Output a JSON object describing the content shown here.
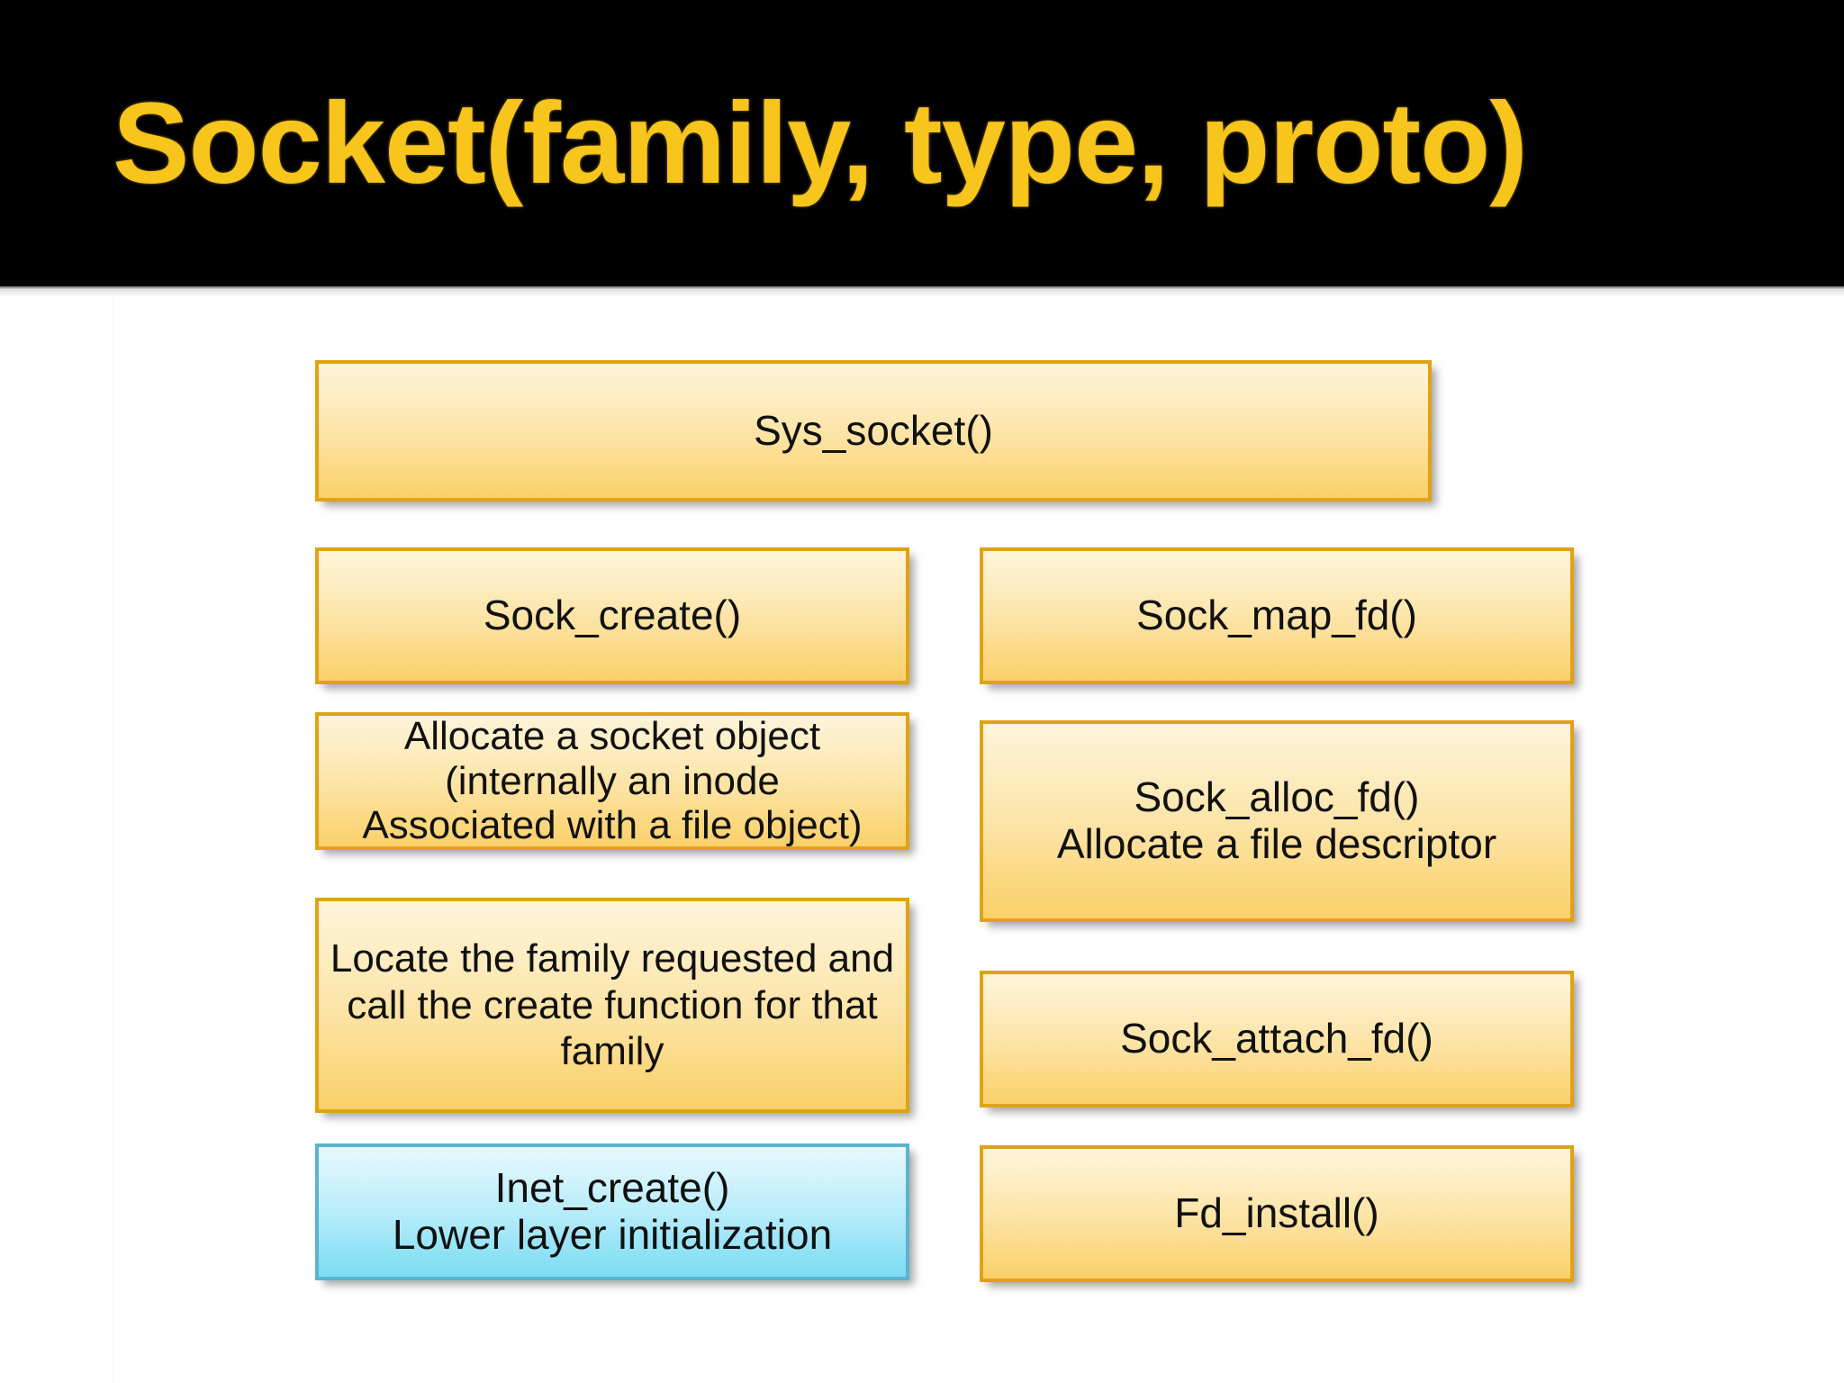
{
  "slide": {
    "title": "Socket(family, type, proto)",
    "title_color": "#F7C51B",
    "header_background": "#000000",
    "body_background": "#FFFFFF"
  },
  "theme": {
    "amber_border": "#E0A215",
    "amber_fill_top": "#FDF4DA",
    "amber_fill_bottom": "#FAD06A",
    "blue_border": "#5CB3CE",
    "blue_fill_top": "#E6F9FD",
    "blue_fill_bottom": "#7DDDF4",
    "text_color": "#111111"
  },
  "diagram": {
    "root": {
      "label": "Sys_socket()",
      "style": "amber"
    },
    "left_column": [
      {
        "lines": [
          "Sock_create()"
        ],
        "style": "amber"
      },
      {
        "lines": [
          "Allocate a socket object",
          "(internally an inode",
          "Associated with a file object)"
        ],
        "style": "amber"
      },
      {
        "lines": [
          "Locate the family requested and",
          "call the create function for that",
          "family"
        ],
        "style": "amber"
      },
      {
        "lines": [
          "Inet_create()",
          "Lower layer initialization"
        ],
        "style": "blue"
      }
    ],
    "right_column": [
      {
        "lines": [
          "Sock_map_fd()"
        ],
        "style": "amber"
      },
      {
        "lines": [
          "Sock_alloc_fd()",
          "Allocate a file descriptor"
        ],
        "style": "amber"
      },
      {
        "lines": [
          "Sock_attach_fd()"
        ],
        "style": "amber"
      },
      {
        "lines": [
          "Fd_install()"
        ],
        "style": "amber"
      }
    ]
  }
}
